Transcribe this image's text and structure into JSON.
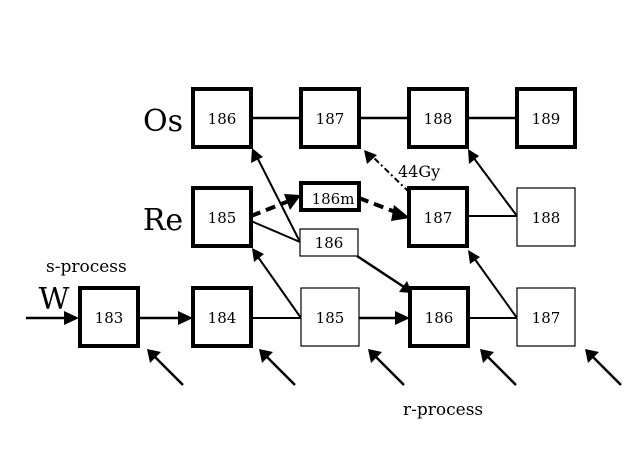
{
  "rows": {
    "os": "Os",
    "re": "Re",
    "w": "W"
  },
  "nodes": {
    "os186": "186",
    "os187": "187",
    "os188": "188",
    "os189": "189",
    "re185": "185",
    "re186m": "186m",
    "re186": "186",
    "re187": "187",
    "re188": "188",
    "w183": "183",
    "w184": "184",
    "w185": "185",
    "w186": "186",
    "w187": "187"
  },
  "annotations": {
    "s_process": "s-process",
    "r_process": "r-process",
    "decay_44gy": "44Gy"
  },
  "colors": {
    "line": "#000000",
    "background": "#ffffff"
  }
}
